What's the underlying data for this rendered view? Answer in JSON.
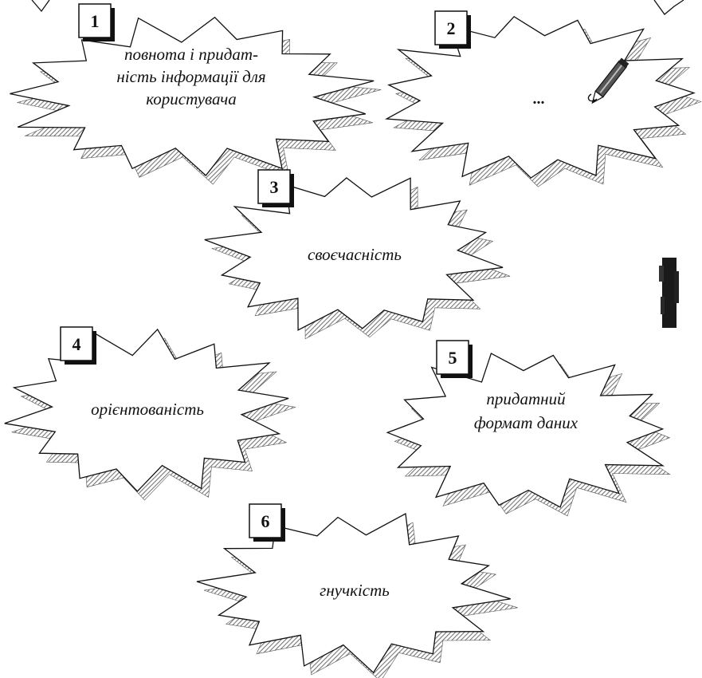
{
  "diagram": {
    "items": [
      {
        "number": "1",
        "lines": [
          "повнота і придат-",
          "ність інформації для",
          "користувача"
        ]
      },
      {
        "number": "2",
        "lines": [
          "..."
        ],
        "icon": "pencil-icon"
      },
      {
        "number": "3",
        "lines": [
          "своєчасність"
        ]
      },
      {
        "number": "4",
        "lines": [
          "орієнтованість"
        ]
      },
      {
        "number": "5",
        "lines": [
          "придатний",
          "формат даних"
        ]
      },
      {
        "number": "6",
        "lines": [
          "гнучкість"
        ]
      }
    ]
  }
}
